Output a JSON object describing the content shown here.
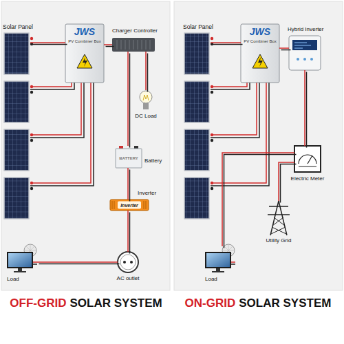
{
  "diagram": {
    "nodes": [
      {
        "text": [
          "Solar Panel"
        ]
      },
      {
        "text": [
          "JWS",
          "PV Combiner Box"
        ]
      },
      {
        "text": [
          "Charger Controller"
        ]
      },
      {
        "text": [
          "DC Load"
        ]
      },
      {
        "text": [
          "BATTERY",
          "Battery"
        ]
      },
      {
        "text": [
          "Inverter",
          "Inverter"
        ]
      },
      {
        "text": [
          "Load"
        ]
      },
      {
        "text": [
          "AC outlet"
        ]
      },
      {
        "text": [
          "Solar Panel"
        ]
      },
      {
        "text": [
          "JWS",
          "PV Combiner Box"
        ]
      },
      {
        "text": [
          "Hybrid Inverter"
        ]
      },
      {
        "text": [
          "Electric Meter"
        ]
      },
      {
        "text": [
          "Utility Grid"
        ]
      },
      {
        "text": [
          "Load"
        ]
      }
    ],
    "edges": [
      {
        "from": 0,
        "to": 1,
        "arrow": "none"
      },
      {
        "from": 1,
        "to": 2,
        "arrow": "none"
      },
      {
        "from": 2,
        "to": 3,
        "arrow": "none"
      },
      {
        "from": 2,
        "to": 4,
        "arrow": "none"
      },
      {
        "from": 4,
        "to": 5,
        "arrow": "none"
      },
      {
        "from": 5,
        "to": 7,
        "arrow": "none"
      },
      {
        "from": 7,
        "to": 6,
        "arrow": "none"
      },
      {
        "from": 8,
        "to": 9,
        "arrow": "none"
      },
      {
        "from": 9,
        "to": 10,
        "arrow": "none"
      },
      {
        "from": 10,
        "to": 11,
        "arrow": "none"
      },
      {
        "from": 11,
        "to": 12,
        "arrow": "none"
      },
      {
        "from": 11,
        "to": 13,
        "arrow": "none"
      }
    ],
    "labels": [
      "OFF-GRID",
      "SOLAR SYSTEM",
      "ON-GRID",
      "SOLAR SYSTEM"
    ]
  }
}
